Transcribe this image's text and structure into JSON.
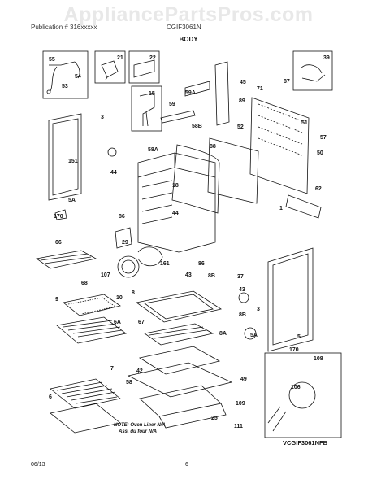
{
  "watermark": "AppliancePartsPros.com",
  "header": {
    "left": "Publication # 316xxxxx",
    "right": "CGIF3061N",
    "title": "BODY"
  },
  "callouts": [
    "55",
    "54",
    "53",
    "21",
    "22",
    "39",
    "15",
    "45",
    "59A",
    "87",
    "59",
    "71",
    "3",
    "89",
    "52",
    "58B",
    "51",
    "57",
    "58A",
    "88",
    "50",
    "151",
    "44",
    "18",
    "62",
    "5A",
    "170",
    "86",
    "44",
    "1",
    "66",
    "29",
    "161",
    "86",
    "37",
    "107",
    "43",
    "8B",
    "68",
    "8",
    "9",
    "10",
    "43",
    "8B",
    "3",
    "6A",
    "67",
    "8A",
    "5A",
    "5",
    "7",
    "42",
    "170",
    "108",
    "58",
    "49",
    "106",
    "6",
    "25",
    "109",
    "111"
  ],
  "note_lines": [
    "NOTE: Oven Liner N/A",
    "Ass. du four N/A"
  ],
  "diagram_code": "VCGIF3061NFB",
  "footer": {
    "date": "06/13",
    "page": "6"
  }
}
